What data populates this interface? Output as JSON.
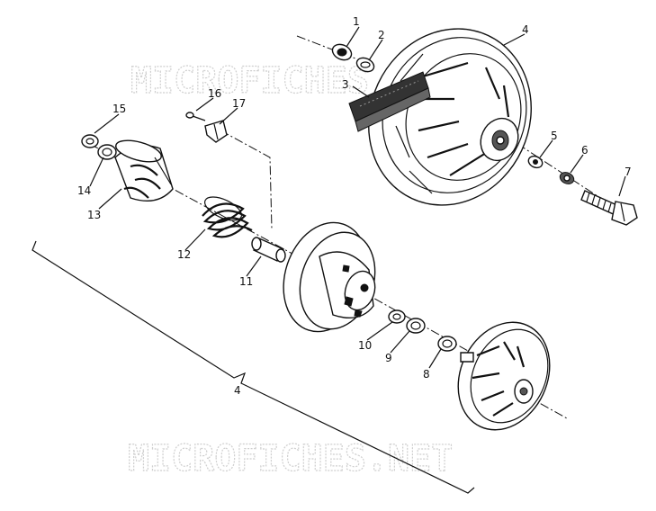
{
  "watermark": "MICROFICHES.NET",
  "parts": [
    {
      "id": "1",
      "label": "1"
    },
    {
      "id": "2",
      "label": "2"
    },
    {
      "id": "3",
      "label": "3"
    },
    {
      "id": "4",
      "label": "4"
    },
    {
      "id": "5",
      "label": "5"
    },
    {
      "id": "6",
      "label": "6"
    },
    {
      "id": "7",
      "label": "7"
    },
    {
      "id": "8",
      "label": "8"
    },
    {
      "id": "9",
      "label": "9"
    },
    {
      "id": "10",
      "label": "10"
    },
    {
      "id": "11",
      "label": "11"
    },
    {
      "id": "12",
      "label": "12"
    },
    {
      "id": "13",
      "label": "13"
    },
    {
      "id": "14",
      "label": "14"
    },
    {
      "id": "15",
      "label": "15"
    },
    {
      "id": "16",
      "label": "16"
    },
    {
      "id": "17",
      "label": "17"
    }
  ],
  "assembly_label": "4"
}
